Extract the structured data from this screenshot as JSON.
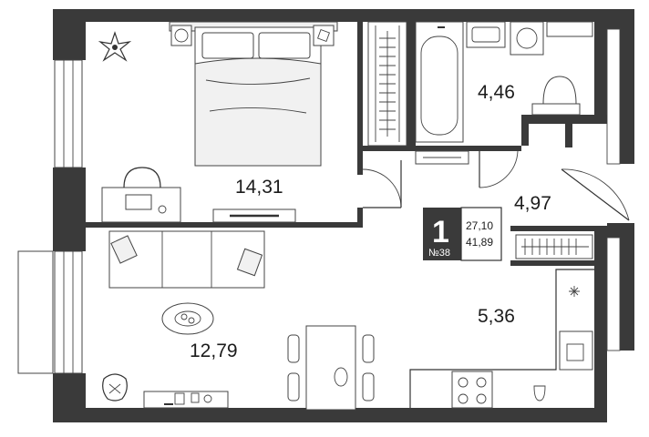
{
  "rooms": {
    "bedroom_area": "14,31",
    "living_area": "12,79",
    "bathroom_area": "4,46",
    "hall_area": "4,97",
    "kitchen_area": "5,36"
  },
  "badge": {
    "rooms_count": "1",
    "apartment_number": "№38",
    "living_area": "27,10",
    "total_area": "41,89"
  },
  "colors": {
    "wall": "#3a3a3a",
    "badge_bg": "#3a3a3a",
    "line": "#333333"
  }
}
